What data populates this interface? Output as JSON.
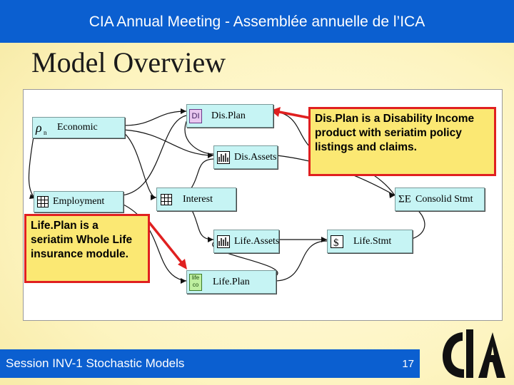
{
  "header": {
    "title": "CIA Annual Meeting - Assemblée annuelle de l’ICA"
  },
  "slide": {
    "title": "Model Overview"
  },
  "nodes": {
    "dis_plan": {
      "label": "Dis.Plan",
      "icon_text": "DI"
    },
    "dis_assets": {
      "label": "Dis.Assets"
    },
    "economic": {
      "label": "Economic"
    },
    "employment": {
      "label": "Employment"
    },
    "interest": {
      "label": "Interest"
    },
    "consolid_stmt": {
      "label": "Consolid Stmt",
      "icon_text": "ΣE"
    },
    "life_assets": {
      "label": "Life.Assets"
    },
    "life_stmt": {
      "label": "Life.Stmt"
    },
    "life_plan": {
      "label": "Life.Plan",
      "icon_text": "life co"
    }
  },
  "callouts": {
    "dis_plan": "Dis.Plan is a Disability Income product with seriatim policy listings and claims.",
    "life_plan": "Life.Plan is a seriatim Whole Life insurance module."
  },
  "footer": {
    "session": "Session INV-1 Stochastic Models",
    "page_number": "17"
  },
  "colors": {
    "header_blue": "#0b5fd0",
    "callout_fill": "#fbe873",
    "callout_border": "#e02020",
    "node_fill": "#c6f4f4"
  },
  "icons": [
    "distribution-icon",
    "grid-icon",
    "dollar-icon",
    "rho-icon"
  ]
}
